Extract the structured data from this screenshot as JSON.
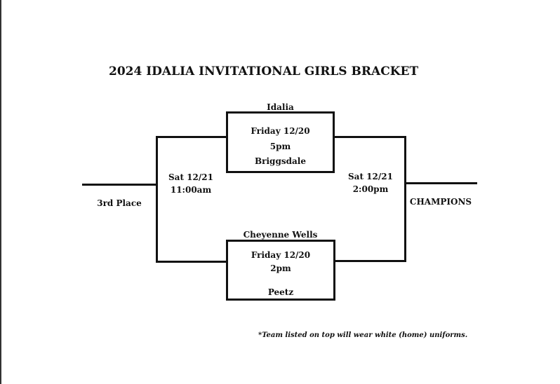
{
  "title": "2024 IDALIA INVITATIONAL GIRLS BRACKET",
  "top_game": {
    "home": "Idalia",
    "day": "Friday 12/20",
    "time": "5pm",
    "away": "Briggsdale"
  },
  "bottom_game": {
    "home": "Cheyenne Wells",
    "day": "Friday 12/20",
    "time": "2pm",
    "away": "Peetz"
  },
  "consolation": {
    "day": "Sat 12/21",
    "time": "11:00am",
    "label": "3rd Place"
  },
  "championship": {
    "day": "Sat 12/21",
    "time": "2:00pm",
    "label": "CHAMPIONS"
  },
  "footnote": "*Team listed on top will wear white (home) uniforms."
}
